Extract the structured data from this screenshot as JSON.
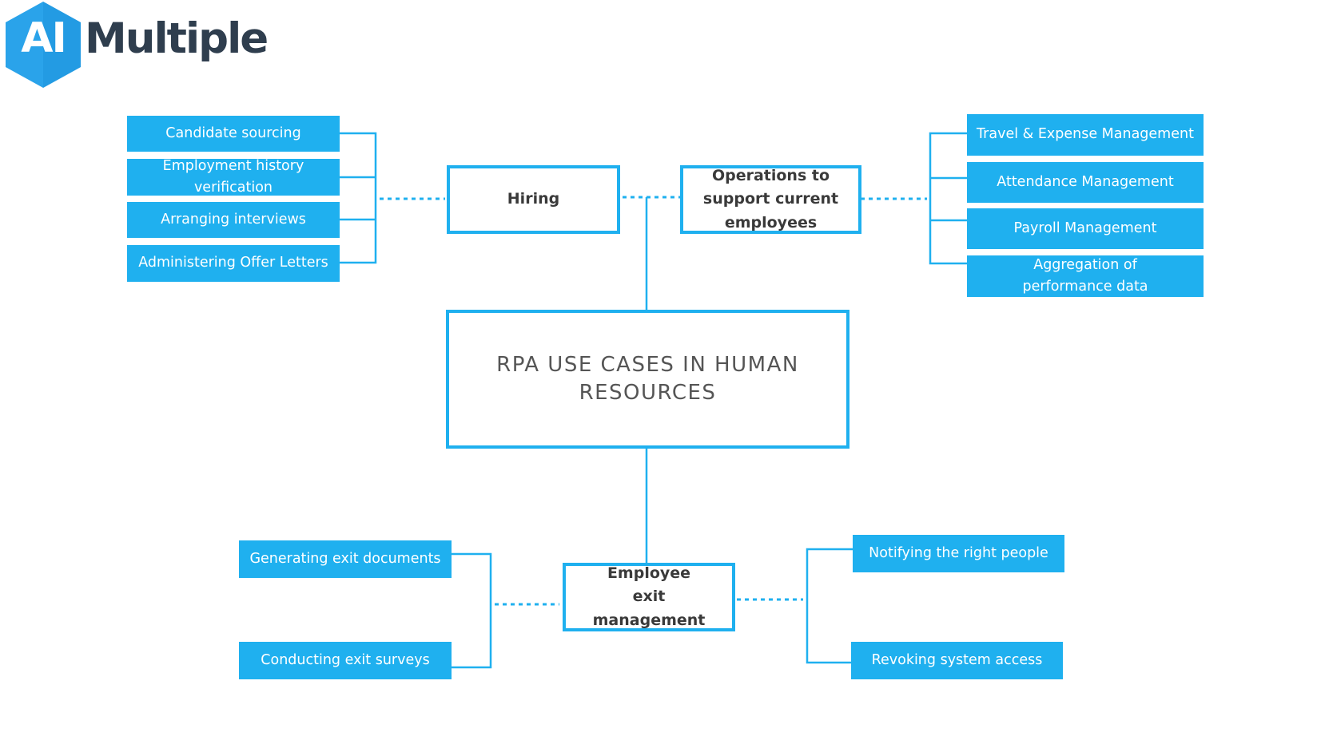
{
  "logo": {
    "mark": "AI",
    "word": "Multiple"
  },
  "center": {
    "title": "RPA USE CASES IN HUMAN RESOURCES"
  },
  "categories": {
    "hiring": "Hiring",
    "operations": "Operations to support current employees",
    "exit": "Employee exit management"
  },
  "hiring_items": [
    "Candidate sourcing",
    "Employment history verification",
    "Arranging interviews",
    "Administering Offer Letters"
  ],
  "operations_items": [
    "Travel & Expense Management",
    "Attendance Management",
    "Payroll Management",
    "Aggregation of performance data"
  ],
  "exit_left_items": [
    "Generating exit documents",
    "Conducting exit surveys"
  ],
  "exit_right_items": [
    "Notifying the right people",
    "Revoking system access"
  ],
  "colors": {
    "accent": "#1fb0ef",
    "logo_text": "#2f3e4e",
    "category_text": "#3a3a3a",
    "center_text": "#555555"
  }
}
